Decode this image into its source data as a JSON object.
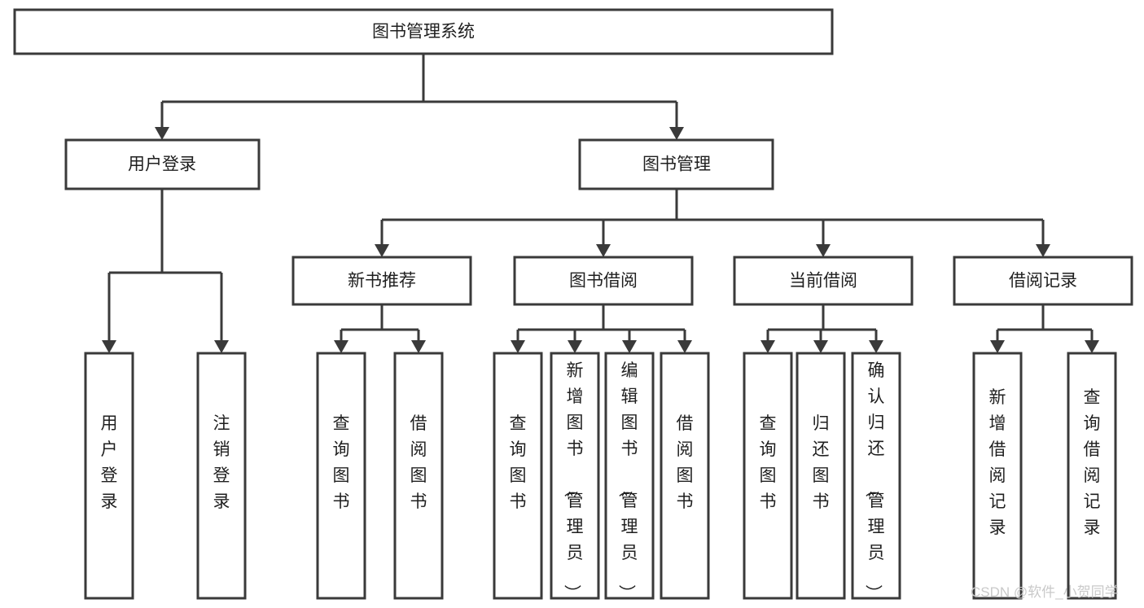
{
  "diagram": {
    "type": "hierarchy-tree",
    "title": "图书管理系统",
    "background_color": "#ffffff",
    "box_stroke_color": "#3a3a3a",
    "text_color": "#1f1f1f",
    "watermark": "CSDN @软件_小贺同学",
    "watermark_color": "#c9c9c9",
    "levels": {
      "root": {
        "label": "图书管理系统"
      },
      "level2": [
        {
          "label": "用户登录"
        },
        {
          "label": "图书管理"
        }
      ],
      "level3": [
        {
          "label": "新书推荐"
        },
        {
          "label": "图书借阅"
        },
        {
          "label": "当前借阅"
        },
        {
          "label": "借阅记录"
        }
      ]
    },
    "leaves": {
      "user_login": [
        {
          "label": "用户登录"
        },
        {
          "label": "注销登录"
        }
      ],
      "new_book_recommend": [
        {
          "label": "查询图书"
        },
        {
          "label": "借阅图书"
        }
      ],
      "book_borrow": [
        {
          "label": "查询图书"
        },
        {
          "label": "新增图书（管理员）"
        },
        {
          "label": "编辑图书（管理员）"
        },
        {
          "label": "借阅图书"
        }
      ],
      "current_borrow": [
        {
          "label": "查询图书"
        },
        {
          "label": "归还图书"
        },
        {
          "label": "确认归还（管理员）"
        }
      ],
      "borrow_records": [
        {
          "label": "新增借阅记录"
        },
        {
          "label": "查询借阅记录"
        }
      ]
    }
  }
}
